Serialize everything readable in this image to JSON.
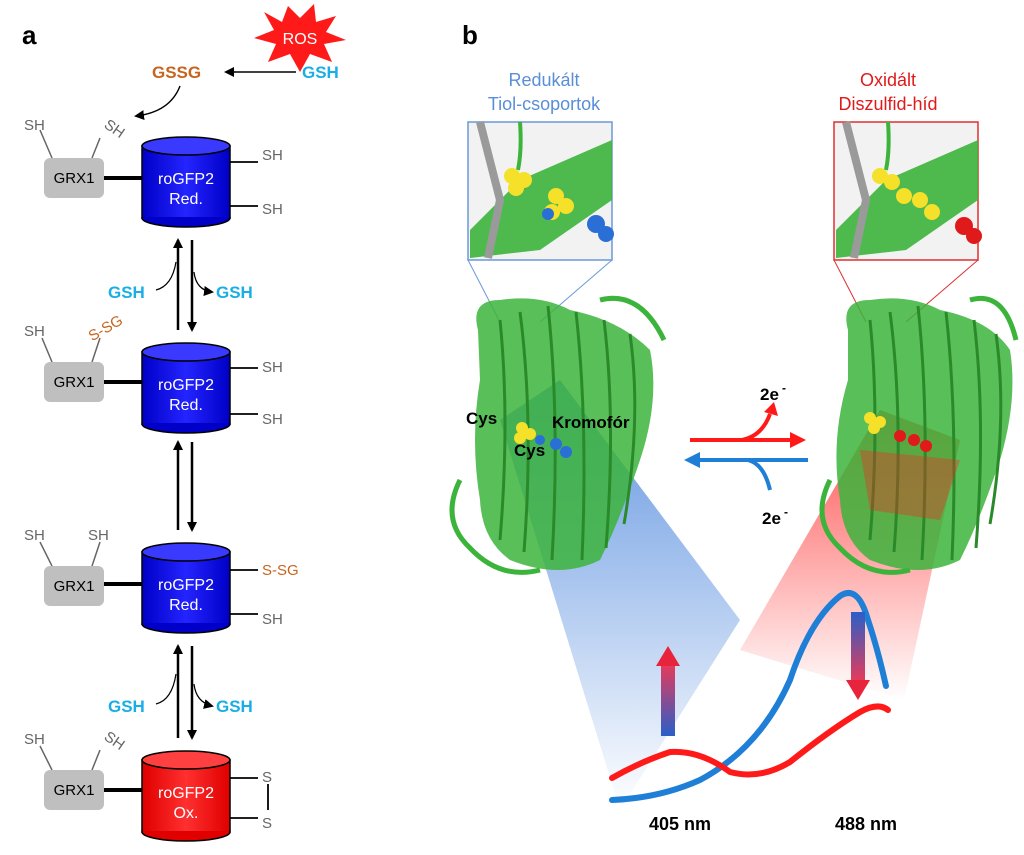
{
  "panel_a": {
    "label": "a",
    "ros": "ROS",
    "gssg": "GSSG",
    "gsh_top": "GSH",
    "grx": "GRX1",
    "sh": "SH",
    "ssg": "S-SG",
    "s": "S",
    "rogfp": "roGFP2",
    "red": "Red.",
    "ox": "Ox.",
    "gsh": "GSH"
  },
  "panel_b": {
    "label": "b",
    "reduced_title_1": "Redukált",
    "reduced_title_2": "Tiol-csoportok",
    "oxidized_title_1": "Oxidált",
    "oxidized_title_2": "Diszulfid-híd",
    "cys": "Cys",
    "chromophore": "Kromofór",
    "electrons_top": "2e",
    "electrons_bottom": "2e",
    "electron_sup": "-",
    "wl_1": "405 nm",
    "wl_2": "488 nm"
  },
  "colors": {
    "reduced": "#1a1ae6",
    "oxidized": "#ff1a1a",
    "gsh": "#1aaee6",
    "gssg": "#c8641e",
    "grx": "#bfbfbf",
    "protein": "#3cb43c",
    "blue_curve": "#1f7fd6",
    "red_curve": "#ff1a1a"
  }
}
